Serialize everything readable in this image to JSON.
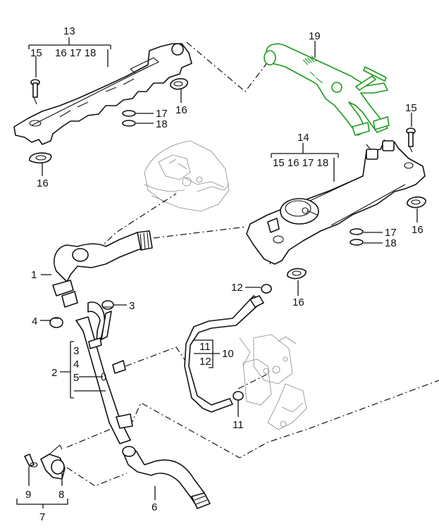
{
  "diagram": {
    "highlight_color": "#1a9a1a",
    "callouts": {
      "c1": "1",
      "c2": "2",
      "c2_sub3": "3",
      "c2_sub4": "4",
      "c2_sub5": "5",
      "c3": "3",
      "c4": "4",
      "c6": "6",
      "c7": "7",
      "c8": "8",
      "c9": "9",
      "c10": "10",
      "c10_sub11": "11",
      "c10_sub12": "12",
      "c11": "11",
      "c12": "12",
      "c13": "13",
      "c13_sub15": "15",
      "c13_sub16_17_18": "16 17 18",
      "c14": "14",
      "c14_sub": "15 16 17 18",
      "c15_left": "15",
      "c15_right": "15",
      "c16_a": "16",
      "c16_b": "16",
      "c16_c": "16",
      "c16_d": "16",
      "c17_left": "17",
      "c18_left": "18",
      "c17_right": "17",
      "c18_right": "18",
      "c19": "19"
    },
    "parts": [
      {
        "id": "1",
        "name": "breather-hose"
      },
      {
        "id": "2",
        "name": "vent-pipe-assembly"
      },
      {
        "id": "3",
        "name": "hose-clamp"
      },
      {
        "id": "4",
        "name": "hose-clamp"
      },
      {
        "id": "5",
        "name": "pipe-fitting"
      },
      {
        "id": "6",
        "name": "lower-hose"
      },
      {
        "id": "7",
        "name": "bracket-assembly"
      },
      {
        "id": "8",
        "name": "bracket"
      },
      {
        "id": "9",
        "name": "clip"
      },
      {
        "id": "10",
        "name": "small-hose-assembly"
      },
      {
        "id": "11",
        "name": "hose-clamp"
      },
      {
        "id": "12",
        "name": "hose-clamp"
      },
      {
        "id": "13",
        "name": "left-cover-assembly"
      },
      {
        "id": "14",
        "name": "right-cover-assembly"
      },
      {
        "id": "15",
        "name": "screw"
      },
      {
        "id": "16",
        "name": "grommet"
      },
      {
        "id": "17",
        "name": "seal-ring"
      },
      {
        "id": "18",
        "name": "seal-ring"
      },
      {
        "id": "19",
        "name": "y-pipe-highlighted"
      }
    ]
  }
}
